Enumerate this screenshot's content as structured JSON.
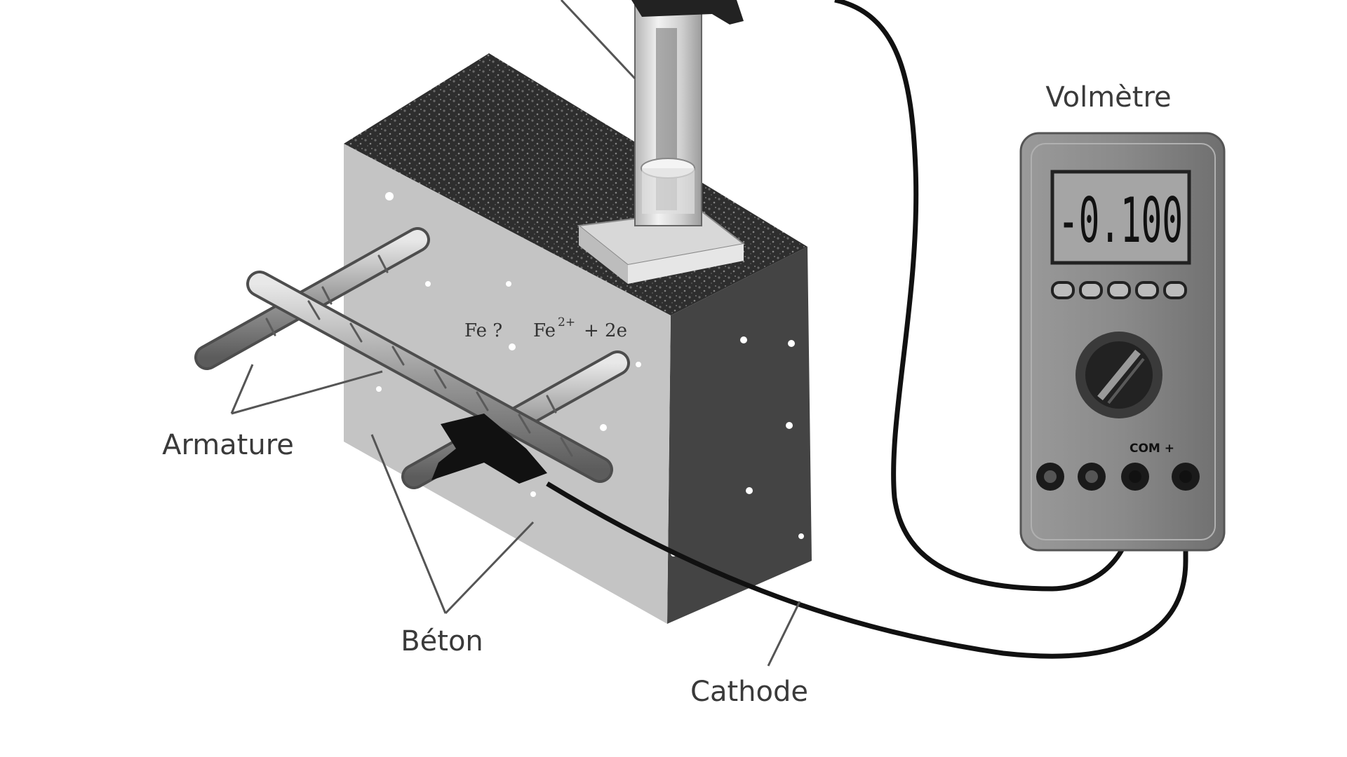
{
  "labels": {
    "armature": "Armature",
    "beton": "Béton",
    "cathode": "Cathode",
    "voltmetre": "Volmètre"
  },
  "reaction": {
    "left": "Fe ?",
    "ion": "Fe",
    "charge": "2+",
    "right": "+ 2e"
  },
  "meter": {
    "reading": "-0.100",
    "port_label": "COM +"
  },
  "colors": {
    "background": "#ffffff",
    "line": "#555555",
    "wire": "#111111",
    "concrete_front": "#c4c4c4",
    "concrete_side": "#444444",
    "concrete_top": "#2e2e2e",
    "meter_body": "#8c8c8c"
  }
}
